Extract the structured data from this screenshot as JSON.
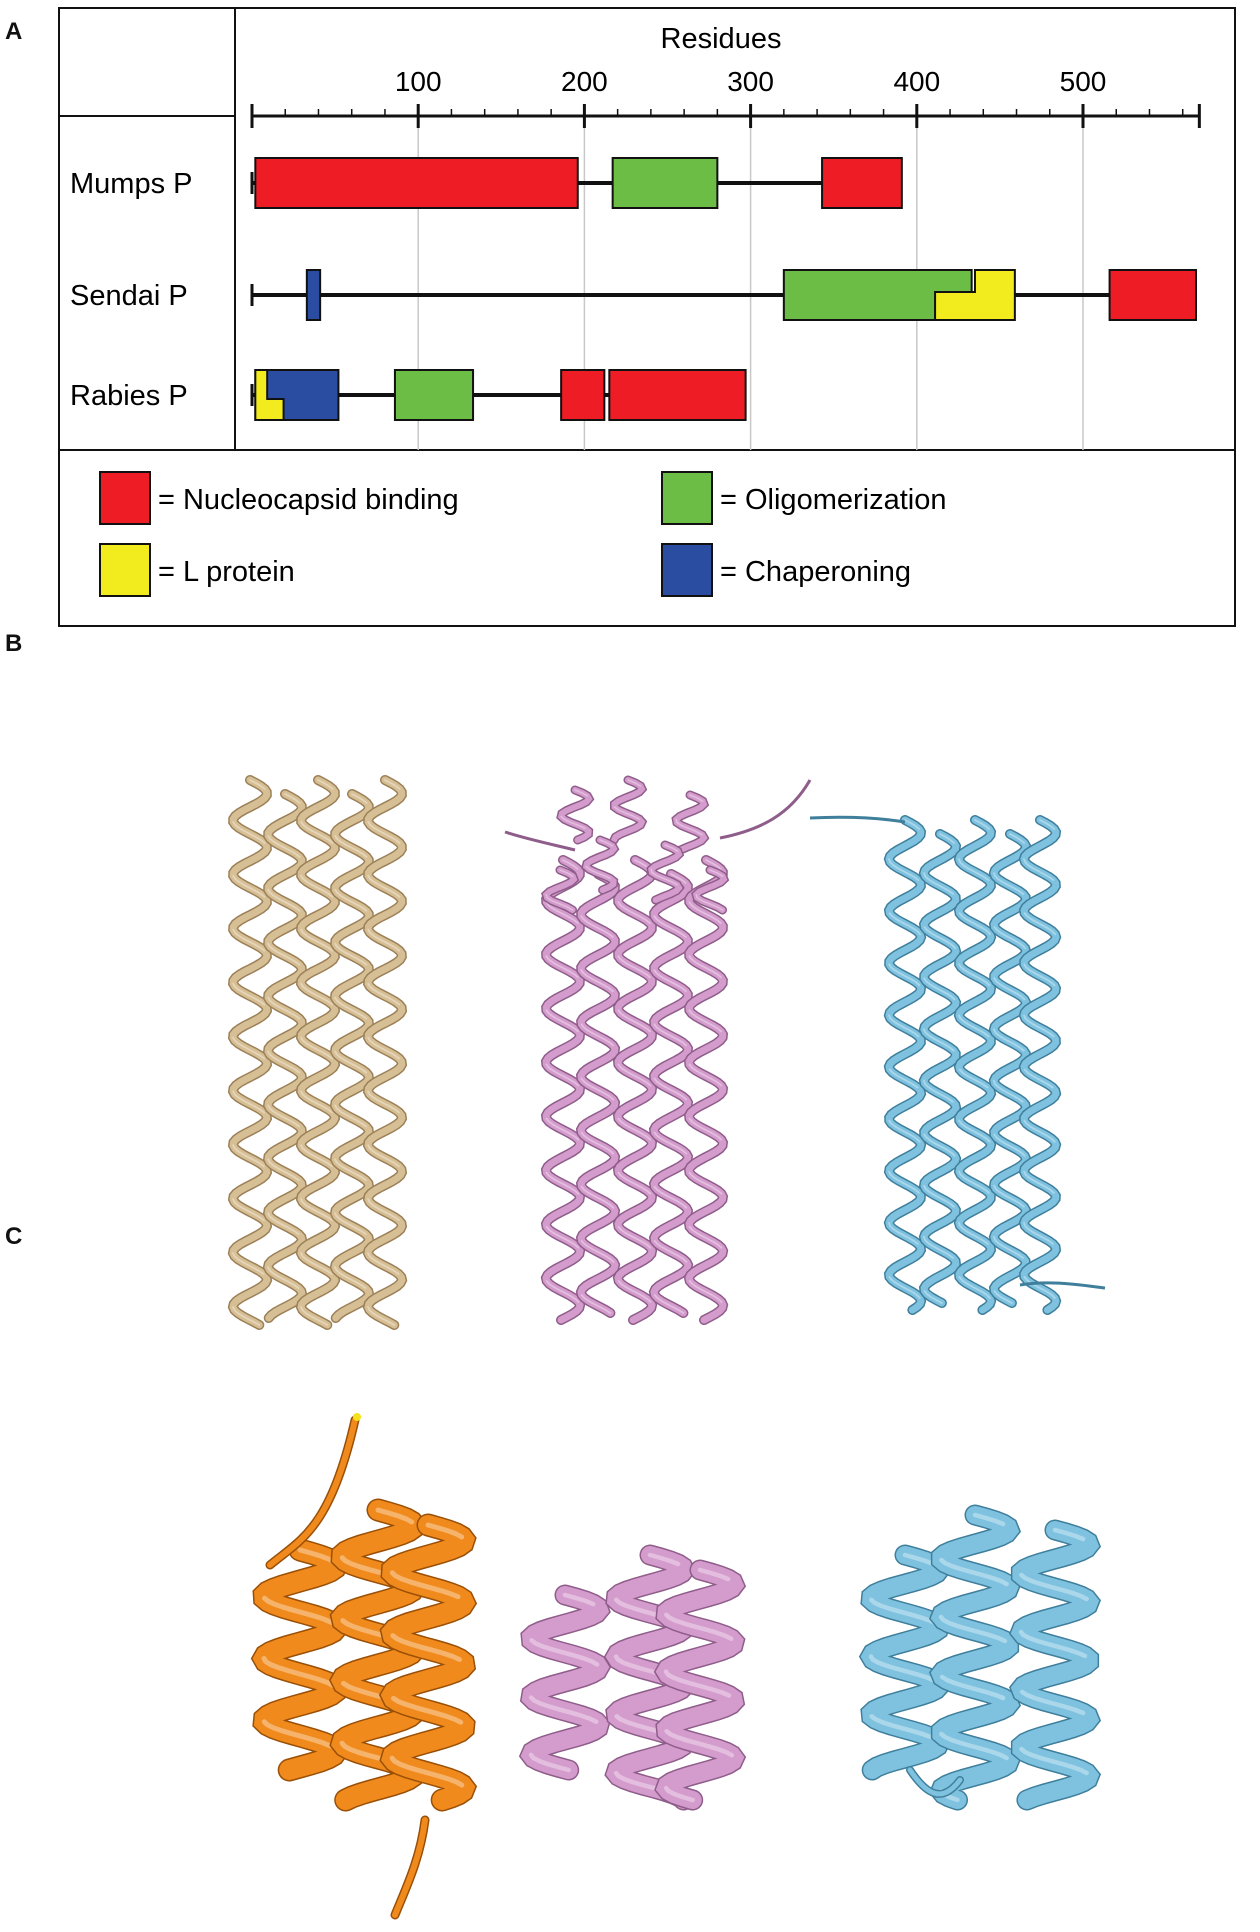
{
  "panels": {
    "a": "A",
    "b": "B",
    "c": "C"
  },
  "panel_a": {
    "axis_title": "Residues",
    "ticks": [
      {
        "value": 100,
        "label": "100"
      },
      {
        "value": 200,
        "label": "200"
      },
      {
        "value": 300,
        "label": "300"
      },
      {
        "value": 400,
        "label": "400"
      },
      {
        "value": 500,
        "label": "500"
      }
    ],
    "axis_max": 570,
    "minor_tick_step": 20,
    "colors": {
      "nucleocapsid": "#ee1c24",
      "oligomerization": "#6cbd45",
      "l_protein": "#f2ec1e",
      "chaperoning": "#2b4da1"
    },
    "proteins": [
      {
        "name": "Mumps P",
        "line": [
          0,
          391
        ],
        "domains": [
          {
            "type": "nucleocapsid",
            "start": 2,
            "end": 196
          },
          {
            "type": "oligomerization",
            "start": 217,
            "end": 280
          },
          {
            "type": "nucleocapsid",
            "start": 343,
            "end": 391
          }
        ]
      },
      {
        "name": "Sendai P",
        "line": [
          0,
          568
        ],
        "domains": [
          {
            "type": "chaperoning",
            "start": 33,
            "end": 41
          },
          {
            "type": "oligomerization",
            "start": 320,
            "end": 433
          },
          {
            "type": "l_protein",
            "start": 411,
            "end": 459,
            "step": true
          },
          {
            "type": "nucleocapsid",
            "start": 516,
            "end": 568
          }
        ]
      },
      {
        "name": "Rabies P",
        "line": [
          0,
          297
        ],
        "domains": [
          {
            "type": "chaperoning",
            "start": 2,
            "end": 52
          },
          {
            "type": "l_protein",
            "start": 2,
            "end": 19,
            "corner": true
          },
          {
            "type": "oligomerization",
            "start": 86,
            "end": 133
          },
          {
            "type": "nucleocapsid",
            "start": 186,
            "end": 212
          },
          {
            "type": "nucleocapsid",
            "start": 215,
            "end": 297
          }
        ]
      }
    ],
    "legend": [
      {
        "type": "nucleocapsid",
        "label": "= Nucleocapsid binding"
      },
      {
        "type": "oligomerization",
        "label": "= Oligomerization"
      },
      {
        "type": "l_protein",
        "label": "= L protein"
      },
      {
        "type": "chaperoning",
        "label": "= Chaperoning"
      }
    ]
  },
  "panel_b": {
    "structures": [
      {
        "color": "#d7bf95",
        "edge": "#9c8058"
      },
      {
        "color": "#d49ccd",
        "edge": "#8f5d8a"
      },
      {
        "color": "#7fc2e0",
        "edge": "#3f7f9c"
      }
    ]
  },
  "panel_c": {
    "structures": [
      {
        "color": "#f08a1c",
        "edge": "#9a4f06"
      },
      {
        "color": "#d49ccd",
        "edge": "#8f5d8a"
      },
      {
        "color": "#7fc2e0",
        "edge": "#3f7f9c"
      }
    ]
  }
}
